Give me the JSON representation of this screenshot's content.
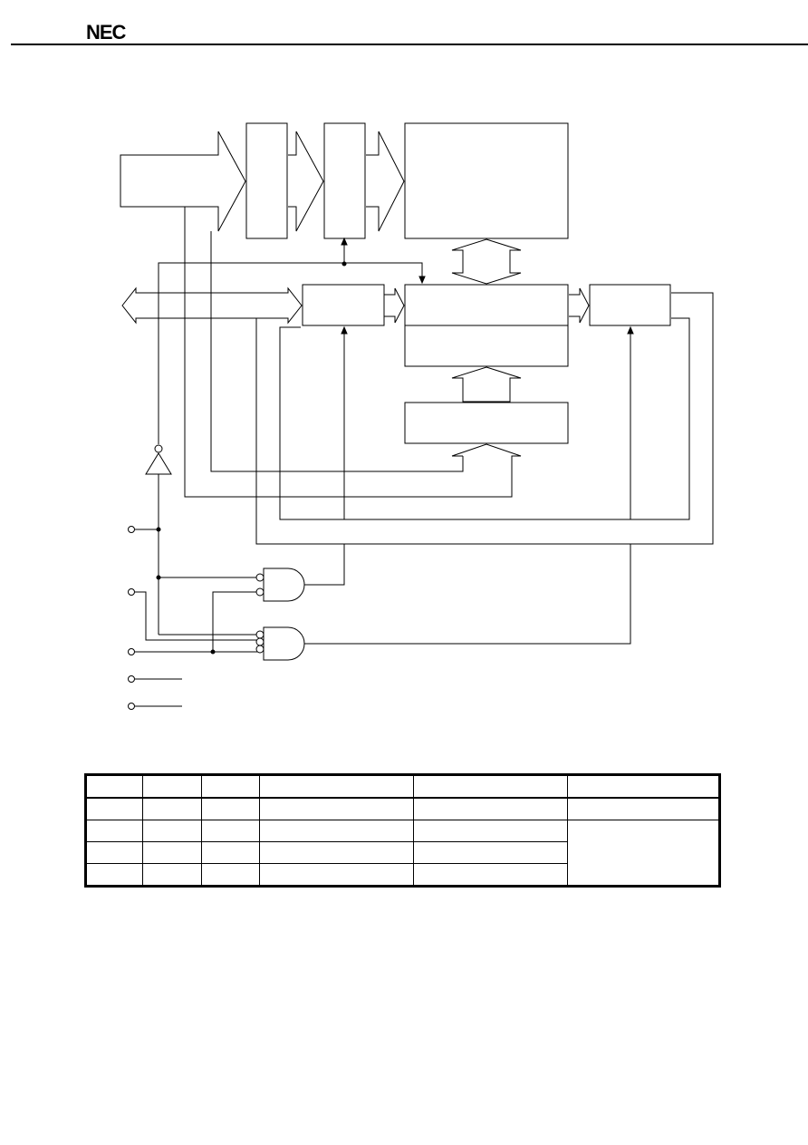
{
  "header": {
    "logo_text": "NEC"
  },
  "diagram": {
    "blocks": [
      {
        "id": "block-1",
        "label": ""
      },
      {
        "id": "block-2",
        "label": ""
      },
      {
        "id": "memory-array",
        "label": ""
      },
      {
        "id": "address-buffer",
        "label": ""
      },
      {
        "id": "central-upper",
        "label": ""
      },
      {
        "id": "central-lower",
        "label": ""
      },
      {
        "id": "output-buffer",
        "label": ""
      },
      {
        "id": "lower-block",
        "label": ""
      }
    ],
    "pins": [
      {
        "id": "pin-1",
        "label": ""
      },
      {
        "id": "pin-2",
        "label": ""
      },
      {
        "id": "pin-3",
        "label": ""
      },
      {
        "id": "pin-4",
        "label": ""
      },
      {
        "id": "pin-5",
        "label": ""
      }
    ]
  },
  "table": {
    "headers": [
      "",
      "",
      "",
      "",
      "",
      ""
    ],
    "rows": [
      [
        "",
        "",
        "",
        "",
        "",
        ""
      ],
      [
        "",
        "",
        "",
        "",
        ""
      ],
      [
        "",
        "",
        "",
        ""
      ],
      [
        "",
        "",
        "",
        ""
      ]
    ]
  }
}
